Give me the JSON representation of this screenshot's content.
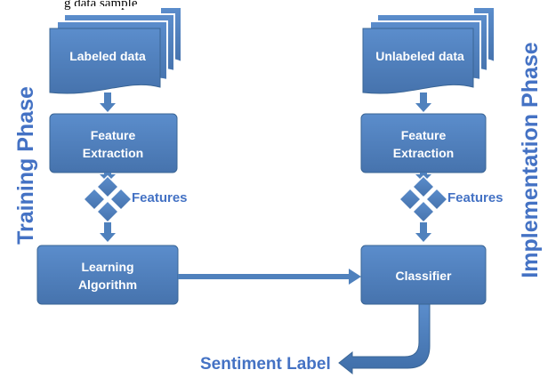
{
  "caption_fragment": "g data sample",
  "training": {
    "phase_label": "Training Phase",
    "input_label": "Labeled data",
    "feature_extraction": [
      "Feature",
      "Extraction"
    ],
    "features_label": "Features",
    "learning_algorithm": [
      "Learning",
      "Algorithm"
    ]
  },
  "implementation": {
    "phase_label": "Implementation Phase",
    "input_label": "Unlabeled data",
    "feature_extraction": [
      "Feature",
      "Extraction"
    ],
    "features_label": "Features",
    "classifier_label": "Classifier"
  },
  "output_label": "Sentiment Label",
  "colors": {
    "box_fill": "#4f81bd",
    "box_stroke": "#3a6595",
    "accent_text": "#4472c4",
    "arrow": "#4f81bd"
  }
}
